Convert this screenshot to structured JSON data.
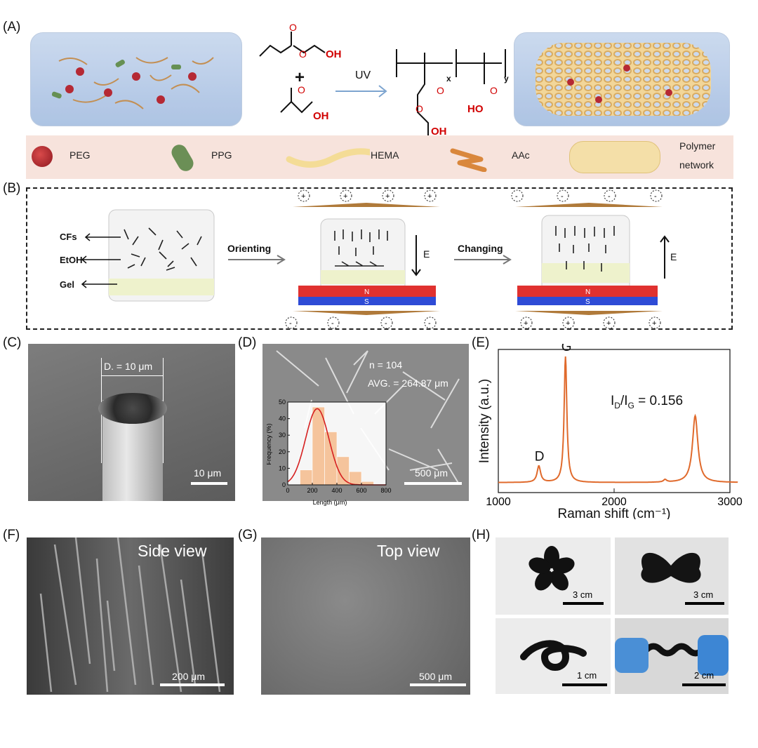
{
  "panels": {
    "a": "(A)",
    "b": "(B)",
    "c": "(C)",
    "d": "(D)",
    "e": "(E)",
    "f": "(F)",
    "g": "(G)",
    "h": "(H)"
  },
  "panel_a": {
    "reaction_plus": "+",
    "oh_label": "OH",
    "uv_label": "UV",
    "sub_x": "x",
    "sub_y": "y",
    "ho_label": "HO",
    "legend": [
      "PEG",
      "PPG",
      "HEMA",
      "AAc"
    ],
    "legend_polymer_line1": "Polymer",
    "legend_polymer_line2": "network"
  },
  "panel_b": {
    "cfs": "CFs",
    "etoh": "EtOH",
    "gel": "Gel",
    "orienting": "Orienting",
    "changing": "Changing",
    "e_field": "E",
    "plus": "+",
    "minus": "-",
    "north": "N",
    "south": "S"
  },
  "panel_c": {
    "diameter": "D. = 10 μm",
    "scale": "10 μm"
  },
  "panel_d": {
    "n": "n = 104",
    "avg": "AVG. = 264.87 μm",
    "scale": "500 μm",
    "inset_ylabel": "Frequency (%)",
    "inset_xlabel": "Length (μm)",
    "inset_yticks": [
      "0",
      "10",
      "20",
      "30",
      "40",
      "50"
    ],
    "inset_xticks": [
      "0",
      "200",
      "400",
      "600",
      "800"
    ]
  },
  "panel_f": {
    "title": "Side view",
    "scale": "200 μm"
  },
  "panel_g": {
    "title": "Top view",
    "scale": "500 μm"
  },
  "panel_h": {
    "scales": [
      "3 cm",
      "3 cm",
      "1 cm",
      "2 cm"
    ]
  },
  "colors": {
    "raman_line": "#e06a2c",
    "hist_bar": "#f5c49c",
    "fit_curve": "#d62020",
    "legend_bg": "#f7e3dc"
  },
  "chart_data": [
    {
      "type": "line",
      "xlabel": "Raman shift (cm⁻¹)",
      "ylabel": "Intensity (a.u.)",
      "xlim": [
        1000,
        3000
      ],
      "xticks": [
        "1000",
        "2000",
        "3000"
      ],
      "annotation": "I_D/I_G = 0.156",
      "peaks": [
        {
          "label": "D",
          "x": 1350,
          "height": 0.13
        },
        {
          "label": "G",
          "x": 1580,
          "height": 1.0
        },
        {
          "label": "",
          "x": 2440,
          "height": 0.02
        },
        {
          "label": "",
          "x": 2700,
          "height": 0.53
        }
      ],
      "grid": false
    },
    {
      "type": "bar",
      "xlabel": "Length (μm)",
      "ylabel": "Frequency (%)",
      "bin_edges": [
        100,
        200,
        300,
        400,
        500,
        600,
        700
      ],
      "values": [
        9,
        47,
        32,
        17,
        8,
        2
      ],
      "fit": "normal",
      "xlim": [
        0,
        800
      ],
      "ylim": [
        0,
        50
      ]
    }
  ]
}
